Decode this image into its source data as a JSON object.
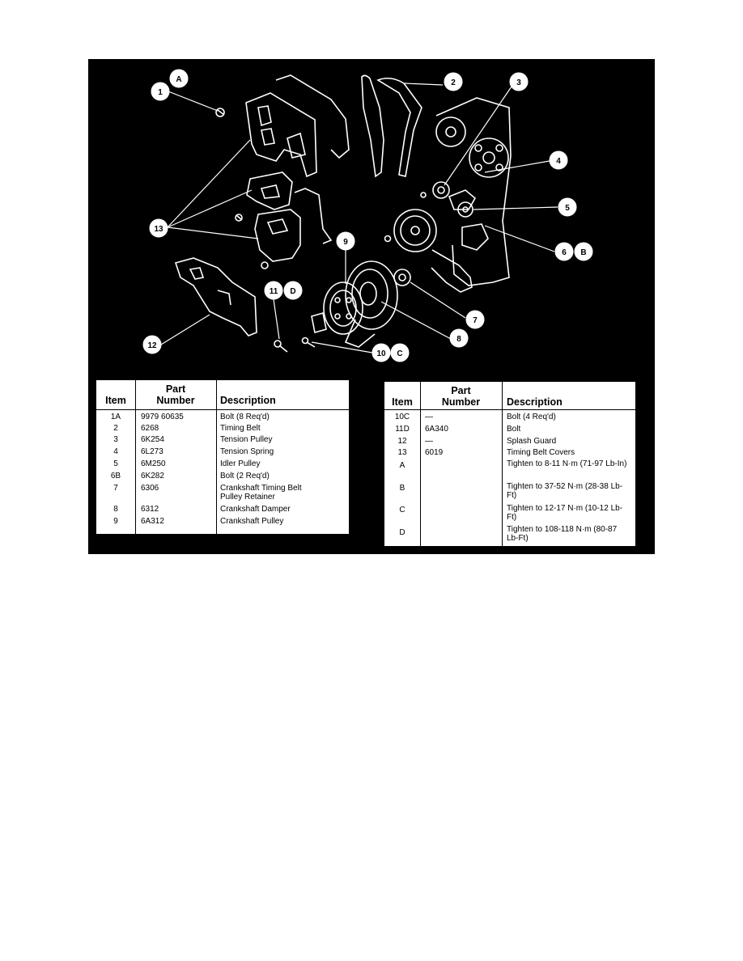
{
  "callouts": {
    "c1": "1",
    "cA": "A",
    "c2": "2",
    "c3": "3",
    "c4": "4",
    "c5": "5",
    "c6": "6",
    "cB": "B",
    "c7": "7",
    "c8": "8",
    "c9": "9",
    "c10": "10",
    "cC": "C",
    "c11": "11",
    "cD": "D",
    "c12": "12",
    "c13": "13"
  },
  "left_table": {
    "headers": {
      "item": "Item",
      "part_top": "Part",
      "part_bottom": "Number",
      "description": "Description"
    },
    "rows": [
      {
        "item": "1A",
        "part": "9979 60635",
        "desc": "Bolt (8 Req'd)"
      },
      {
        "item": "2",
        "part": "6268",
        "desc": "Timing Belt"
      },
      {
        "item": "3",
        "part": "6K254",
        "desc": "Tension Pulley"
      },
      {
        "item": "4",
        "part": "6L273",
        "desc": "Tension Spring"
      },
      {
        "item": "5",
        "part": "6M250",
        "desc": "Idler Pulley"
      },
      {
        "item": "6B",
        "part": "6K282",
        "desc": "Bolt (2 Req'd)"
      },
      {
        "item": "7",
        "part": "6306",
        "desc": "Crankshaft Timing Belt Pulley Retainer"
      },
      {
        "item": "8",
        "part": "6312",
        "desc": "Crankshaft Damper"
      },
      {
        "item": "9",
        "part": "6A312",
        "desc": "Crankshaft Pulley"
      }
    ]
  },
  "right_table": {
    "headers": {
      "item": "Item",
      "part_top": "Part",
      "part_bottom": "Number",
      "description": "Description"
    },
    "rows": [
      {
        "item": "10C",
        "part": "—",
        "desc": "Bolt (4 Req'd)"
      },
      {
        "item": "11D",
        "part": "6A340",
        "desc": "Bolt"
      },
      {
        "item": "12",
        "part": "—",
        "desc": "Splash Guard"
      },
      {
        "item": "13",
        "part": "6019",
        "desc": "Timing Belt Covers"
      },
      {
        "item": "A",
        "part": "",
        "desc": "Tighten to 8-11 N·m (71-97 Lb-In)"
      },
      {
        "item": "B",
        "part": "",
        "desc": "Tighten to 37-52 N·m (28-38 Lb-Ft)"
      },
      {
        "item": "C",
        "part": "",
        "desc": "Tighten to 12-17 N·m (10-12 Lb-Ft)"
      },
      {
        "item": "D",
        "part": "",
        "desc": "Tighten to 108-118 N·m (80-87 Lb-Ft)"
      }
    ]
  }
}
